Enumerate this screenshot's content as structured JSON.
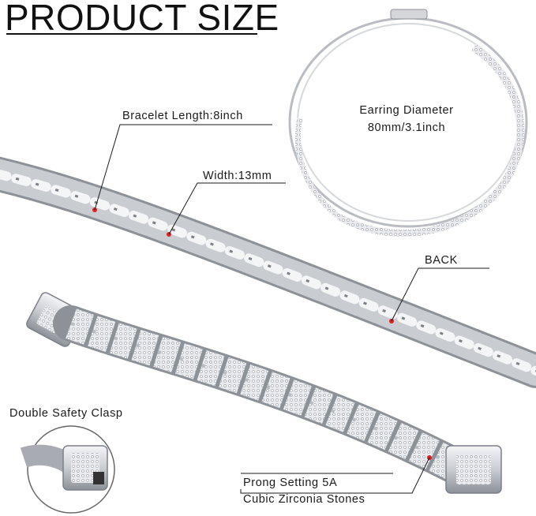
{
  "title": "PRODUCT SIZE",
  "labels": {
    "bracelet_length": "Bracelet Length:8inch",
    "width": "Width:13mm",
    "earring_line1": "Earring Diameter",
    "earring_line2": "80mm/3.1inch",
    "back": "BACK",
    "double_safety_clasp": "Double Safety Clasp",
    "prong_line1": "Prong Setting 5A",
    "prong_line2": "Cubic Zirconia Stones"
  },
  "colors": {
    "text": "#1a1a1a",
    "metal": "#c9ccd1",
    "metal_dark": "#8d9198",
    "marker": "#e02020"
  }
}
